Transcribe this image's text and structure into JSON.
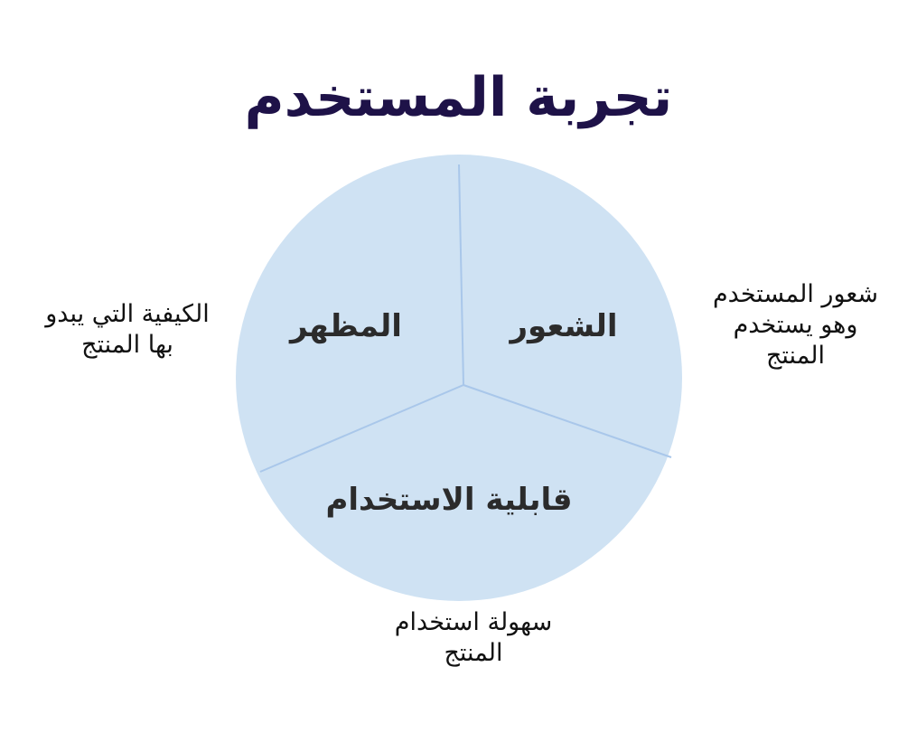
{
  "title": "تجربة المستخدم",
  "colors": {
    "title": "#1e1248",
    "sector_fill": "#cfe2f3",
    "divider": "#a9c7ea",
    "sector_label": "#2b2b2b",
    "description": "#111111"
  },
  "sectors": [
    {
      "id": "feeling",
      "label": "الشعور",
      "description_lines": [
        "شعور المستخدم",
        "وهو يستخدم",
        "المنتج"
      ]
    },
    {
      "id": "usability",
      "label": "قابلية الاستخدام",
      "description_lines": [
        "سهولة استخدام",
        "المنتج"
      ]
    },
    {
      "id": "appearance",
      "label": "المظهر",
      "description_lines": [
        "الكيفية التي يبدو",
        "بها المنتج"
      ]
    }
  ]
}
